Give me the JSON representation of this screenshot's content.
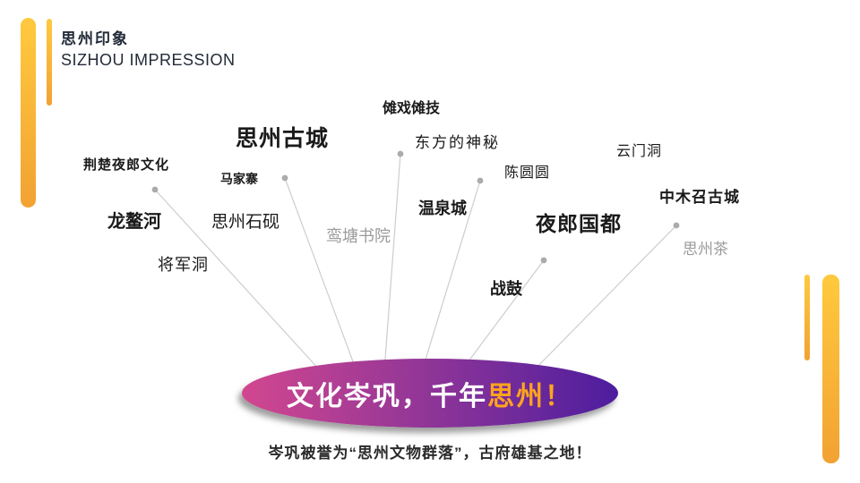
{
  "header": {
    "title_cn": "思州印象",
    "title_en": "SIZHOU IMPRESSION"
  },
  "labels": [
    {
      "text": "傩戏傩技"
    },
    {
      "text": "思州古城"
    },
    {
      "text": "东方的神秘"
    },
    {
      "text": "云门洞"
    },
    {
      "text": "荆楚夜郎文化"
    },
    {
      "text": "马家寨"
    },
    {
      "text": "陈圆圆"
    },
    {
      "text": "中木召古城"
    },
    {
      "text": "龙鳌河"
    },
    {
      "text": "思州石砚"
    },
    {
      "text": "温泉城"
    },
    {
      "text": "夜郎国都"
    },
    {
      "text": "鸾塘书院"
    },
    {
      "text": "思州茶"
    },
    {
      "text": "将军洞"
    },
    {
      "text": "战鼓"
    }
  ],
  "center": {
    "text_main": "文化岑巩，千年",
    "text_accent": "思州",
    "text_exclaim": "！",
    "subtitle": "岑巩被誉为“思州文物群落”，古府雄基之地！"
  },
  "colors": {
    "accent_bar_top": "#FFC93E",
    "accent_bar_bottom": "#F2A232",
    "ellipse_left": "#D2478F",
    "ellipse_right": "#4C1D9E",
    "center_highlight": "#FFA41E",
    "connector_line": "#CDCDCD",
    "connector_dot": "#ABABAB",
    "muted_label": "#9B9B9B",
    "title_color": "#222B38"
  }
}
